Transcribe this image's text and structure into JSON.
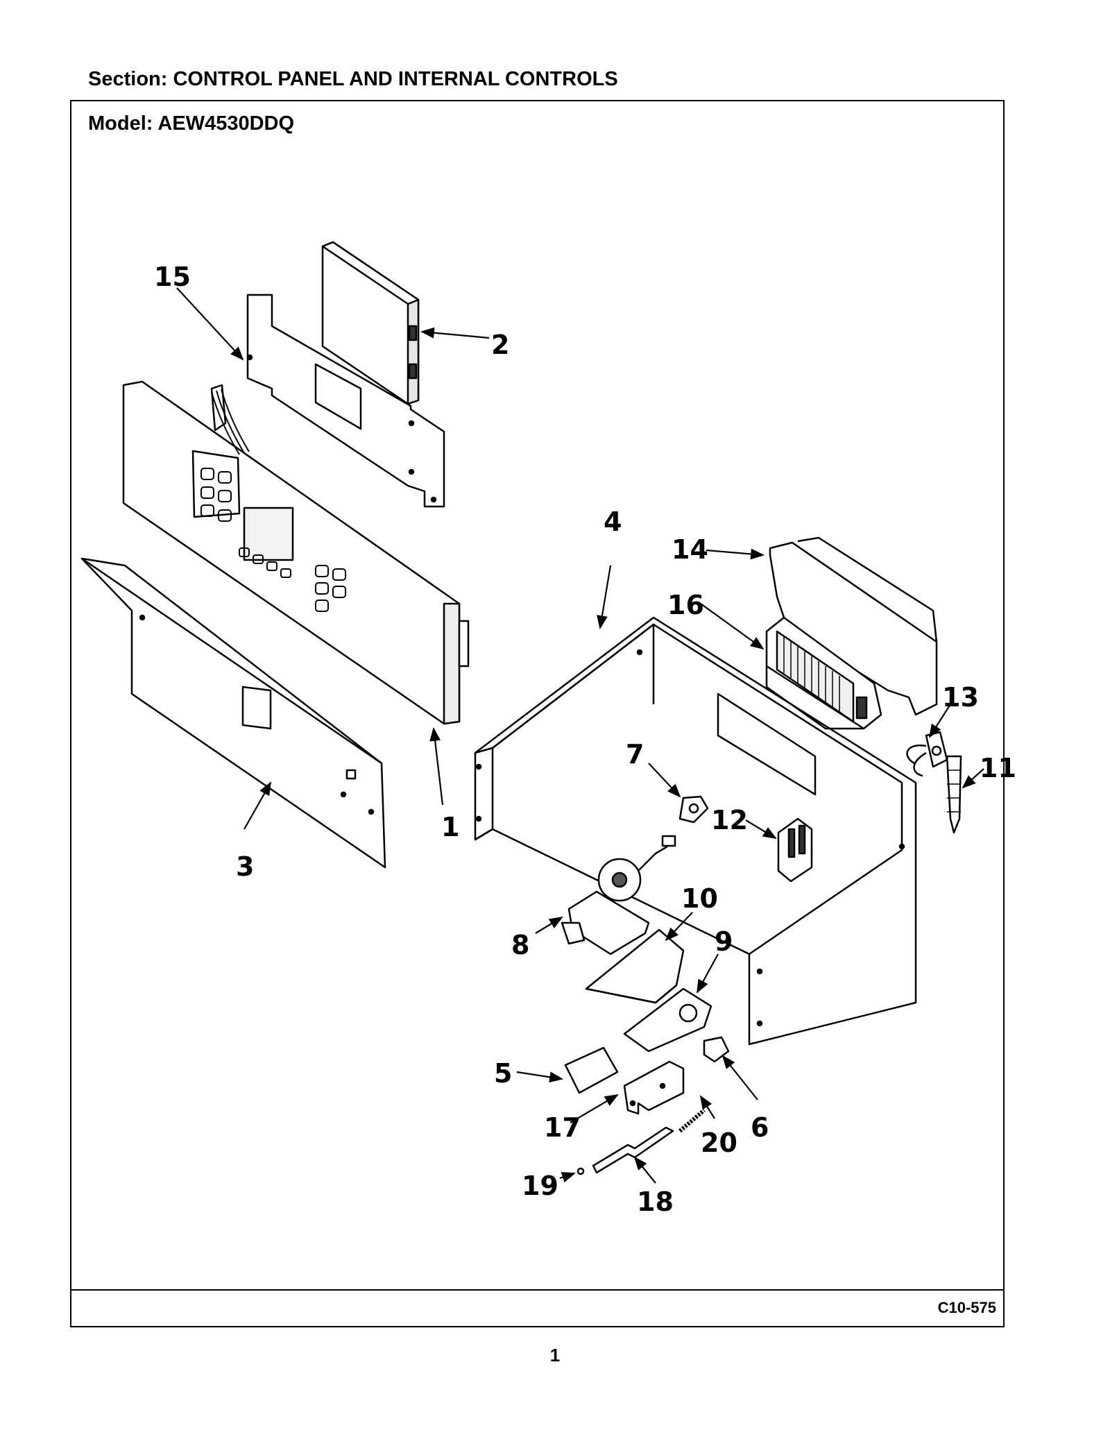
{
  "header": {
    "section_label": "Section:",
    "section_value": "CONTROL PANEL AND INTERNAL CONTROLS",
    "model_label": "Model:",
    "model_value": "AEW4530DDQ"
  },
  "diagram": {
    "callouts": [
      "1",
      "2",
      "3",
      "4",
      "5",
      "6",
      "7",
      "8",
      "9",
      "10",
      "11",
      "12",
      "13",
      "14",
      "15",
      "16",
      "17",
      "18",
      "19",
      "20"
    ]
  },
  "footer": {
    "code": "C10-575",
    "page_number": "1"
  }
}
